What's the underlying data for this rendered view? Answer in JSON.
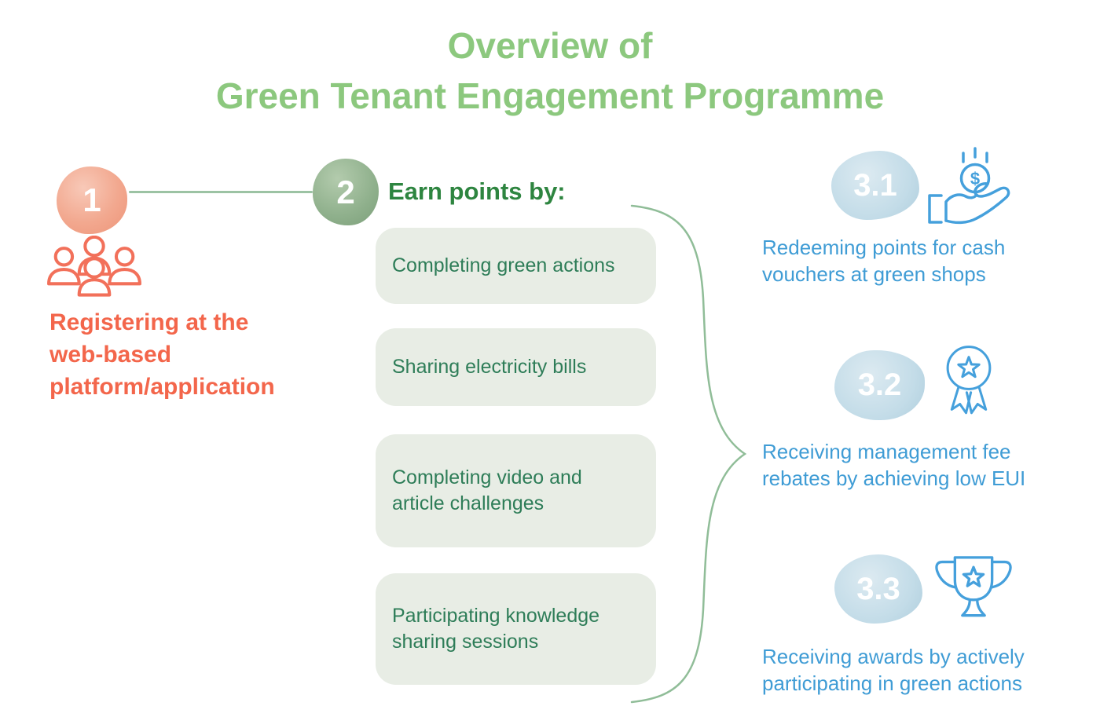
{
  "title": {
    "line1": "Overview of",
    "line2": "Green Tenant Engagement Programme"
  },
  "steps": {
    "step1": {
      "number": "1",
      "icon": "people-group-icon",
      "label_lines": [
        "Registering at the",
        "web-based",
        "platform/application"
      ]
    },
    "step2": {
      "number": "2",
      "heading": "Earn points by:",
      "boxes": [
        "Completing green actions",
        "Sharing electricity bills",
        "Completing video and article challenges",
        "Participating knowledge sharing sessions"
      ]
    },
    "step3": {
      "outcomes": [
        {
          "number": "3.1",
          "icon": "cash-voucher-icon",
          "coin_symbol": "$",
          "lines": [
            "Redeeming points for cash",
            "vouchers at green shops"
          ]
        },
        {
          "number": "3.2",
          "icon": "medal-icon",
          "lines": [
            "Receiving management fee",
            "rebates by achieving low EUI"
          ]
        },
        {
          "number": "3.3",
          "icon": "trophy-icon",
          "lines": [
            "Receiving awards by actively",
            "participating in green actions"
          ]
        }
      ]
    }
  },
  "colors": {
    "title_green": "#8CC87E",
    "step1_coral_text": "#F3664B",
    "step1_blob_coral": "#F09A80",
    "step2_heading_green": "#2E8540",
    "step2_blob_green": "#8FB08C",
    "box_background": "#E8EDE5",
    "box_text_green": "#2E7D58",
    "connector_green": "#9CC3A4",
    "brace_green": "#90BD98",
    "outcome_text_blue": "#3F9CD5",
    "outcome_blob_blue": "#C3DCE8",
    "outcome_icon_blue": "#45A0DC"
  }
}
